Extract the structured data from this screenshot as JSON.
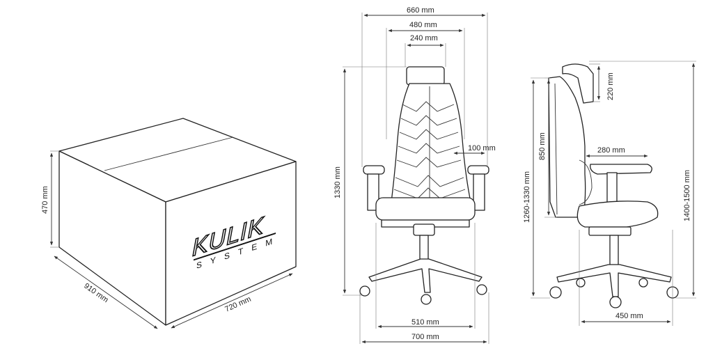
{
  "brand": {
    "name": "KULIK",
    "subtitle": "SYSTEM"
  },
  "box": {
    "height": "470 mm",
    "depth": "910 mm",
    "width": "720 mm"
  },
  "front_view": {
    "overall_width": "660 mm",
    "inner_width": "480 mm",
    "headrest_width": "240 mm",
    "lumbar_offset": "100 mm",
    "height": "1330 mm",
    "base_inner": "510 mm",
    "base_outer": "700 mm"
  },
  "side_view": {
    "headrest_adjust": "220 mm",
    "armrest_depth": "280 mm",
    "backrest_height": "850 mm",
    "height_range": "1260-1330 mm",
    "overall_range": "1400-1500 mm",
    "base_depth": "450 mm"
  }
}
